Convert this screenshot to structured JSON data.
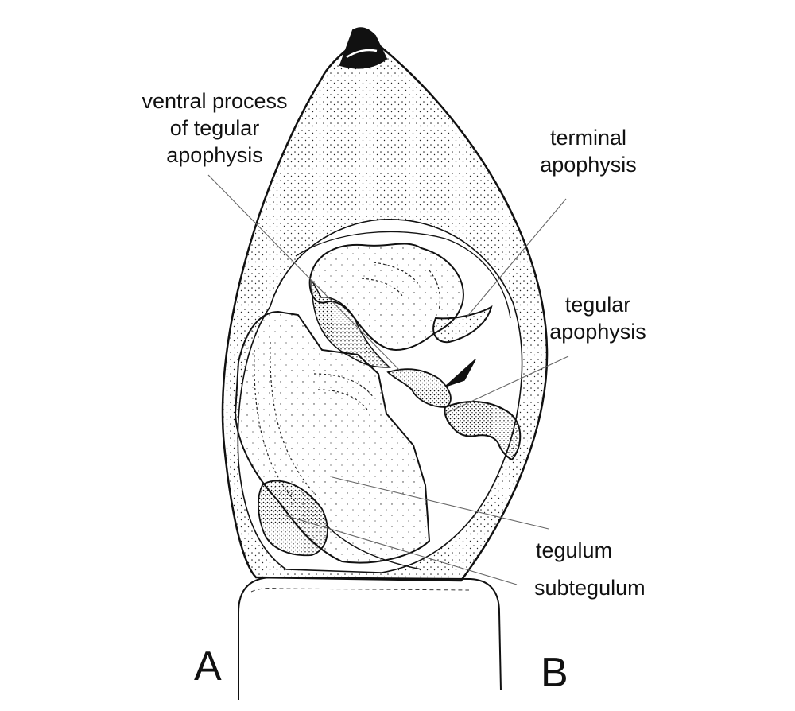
{
  "figure": {
    "labels": {
      "ventral_process": [
        "ventral process",
        "of tegular",
        "apophysis"
      ],
      "terminal_apophysis": [
        "terminal",
        "apophysis"
      ],
      "tegular_apophysis": [
        "tegular",
        "apophysis"
      ],
      "tegulum": "tegulum",
      "subtegulum": "subtegulum"
    },
    "panel_letters": {
      "left": "A",
      "right": "B"
    }
  }
}
